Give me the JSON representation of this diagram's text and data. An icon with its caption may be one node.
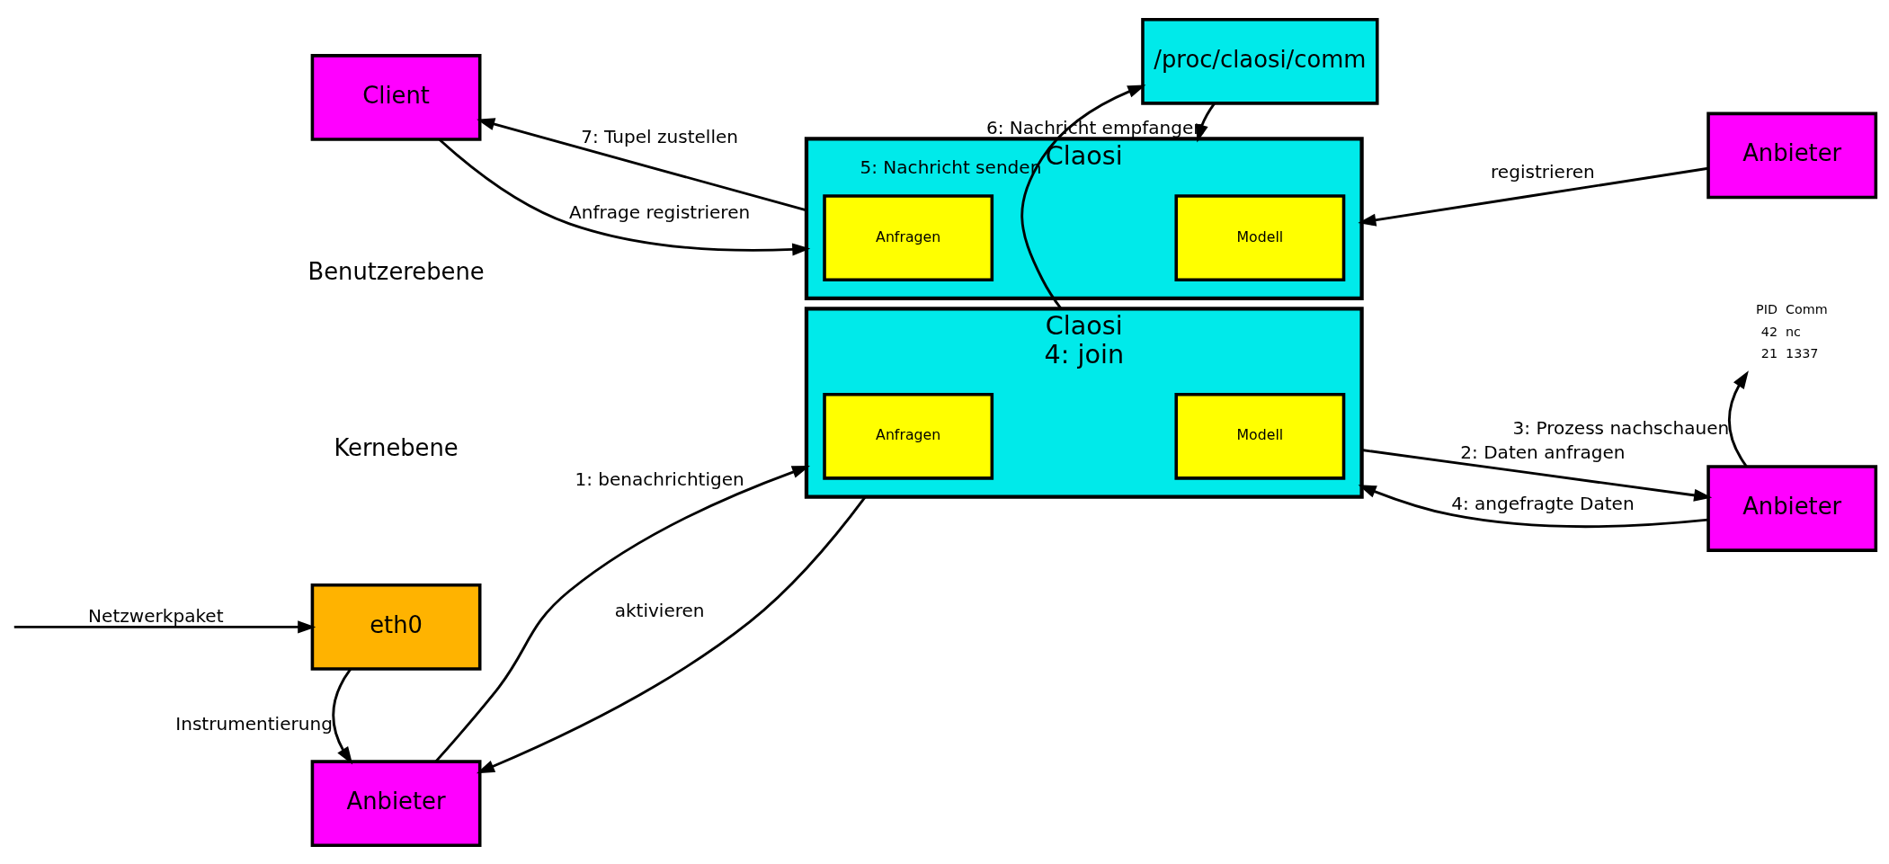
{
  "diagram": {
    "nodes": [
      {
        "text": [
          "Client"
        ]
      },
      {
        "text": [
          "Claosi"
        ]
      },
      {
        "text": [
          "Anfragen"
        ],
        "in": 1
      },
      {
        "text": [
          "Modell"
        ],
        "in": 1
      },
      {
        "text": [
          "Anbieter"
        ]
      },
      {
        "text": [
          "/proc/claosi/comm"
        ]
      },
      {
        "text": [
          "eth0"
        ]
      },
      {
        "text": [
          "Anbieter"
        ]
      },
      {
        "text": [
          "Claosi",
          "4: join"
        ]
      },
      {
        "text": [
          "Anfragen"
        ],
        "in": 8
      },
      {
        "text": [
          "Modell"
        ],
        "in": 8
      },
      {
        "text": [
          "Anbieter"
        ]
      },
      {
        "text": [
          "PID",
          "Comm",
          "42",
          "nc",
          "21",
          "1337"
        ]
      }
    ],
    "edges": [
      {
        "from": 1,
        "to": 0,
        "arrow": "to",
        "label": "7: Tupel zustellen"
      },
      {
        "from": 0,
        "to": 1,
        "arrow": "to",
        "label": "Anfrage registrieren"
      },
      {
        "from": 4,
        "to": 1,
        "arrow": "to",
        "label": "registrieren"
      },
      {
        "from": 5,
        "to": 1,
        "arrow": "to",
        "label": "6: Nachricht empfangen"
      },
      {
        "from": null,
        "to": 6,
        "arrow": "to",
        "label": "Netzwerkpaket"
      },
      {
        "from": 6,
        "to": 7,
        "arrow": "to",
        "label": "Instrumentierung"
      },
      {
        "from": 7,
        "to": 8,
        "arrow": "to",
        "label": "1: benachrichtigen"
      },
      {
        "from": 8,
        "to": 7,
        "arrow": "to",
        "label": "aktivieren"
      },
      {
        "from": 8,
        "to": 5,
        "arrow": "to",
        "label": "5: Nachricht senden"
      },
      {
        "from": 8,
        "to": 11,
        "arrow": "to",
        "label": "2: Daten anfragen"
      },
      {
        "from": 11,
        "to": 8,
        "arrow": "to",
        "label": "4: angefragte Daten"
      },
      {
        "from": 11,
        "to": 12,
        "arrow": "to",
        "label": "3: Prozess nachschauen"
      }
    ],
    "labels": [
      "Benutzerebene",
      "Kernebene"
    ]
  }
}
